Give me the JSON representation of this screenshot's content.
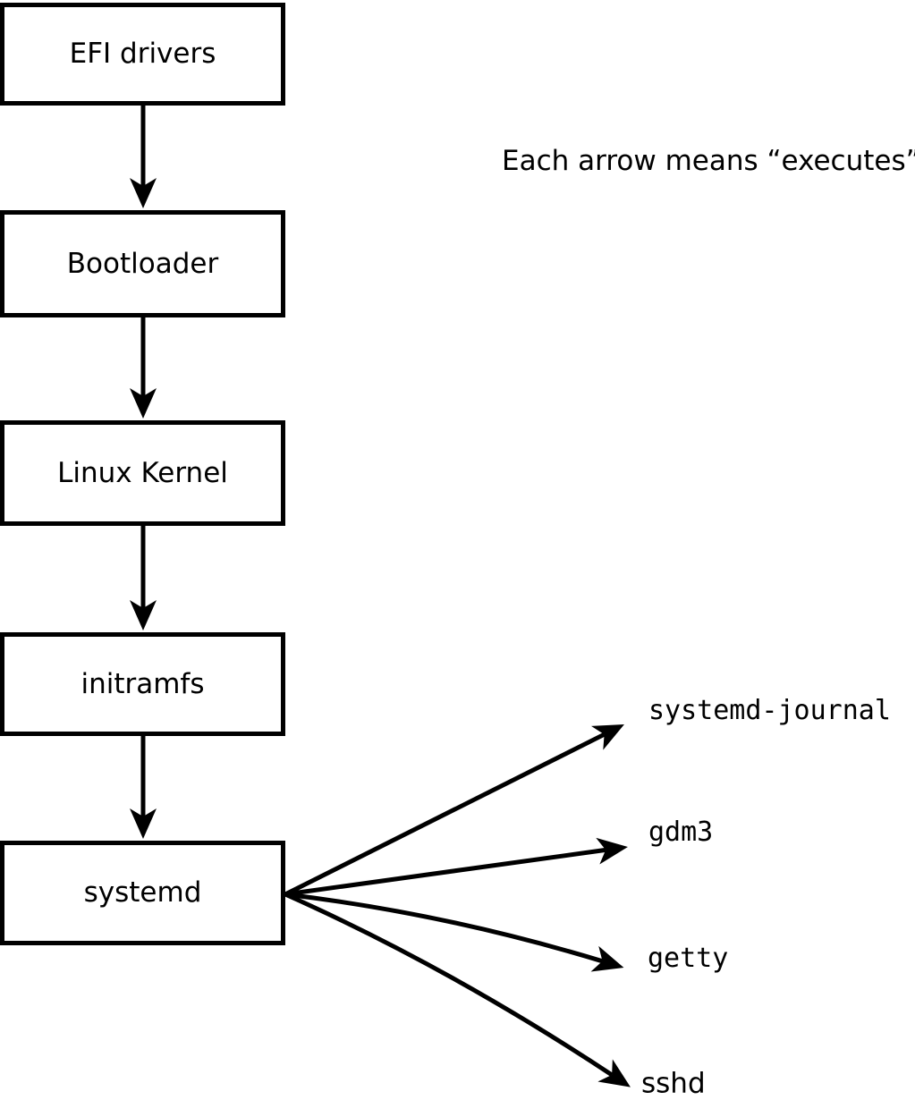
{
  "diagram": {
    "title_note": "Each arrow means “executes”.",
    "chain_nodes": [
      {
        "label": "EFI drivers"
      },
      {
        "label": "Bootloader"
      },
      {
        "label": "Linux Kernel"
      },
      {
        "label": "initramfs"
      },
      {
        "label": "systemd"
      }
    ],
    "exec_targets": [
      {
        "label": "systemd-journal"
      },
      {
        "label": "gdm3"
      },
      {
        "label": "getty"
      },
      {
        "label": "sshd"
      }
    ],
    "edges": [
      "EFI drivers -> Bootloader",
      "Bootloader -> Linux Kernel",
      "Linux Kernel -> initramfs",
      "initramfs -> systemd",
      "systemd -> systemd-journal",
      "systemd -> gdm3",
      "systemd -> getty",
      "systemd -> sshd"
    ],
    "colors": {
      "line": "#000000",
      "box_fill": "#ffffff",
      "background": "#ffffff",
      "text": "#000000"
    }
  }
}
